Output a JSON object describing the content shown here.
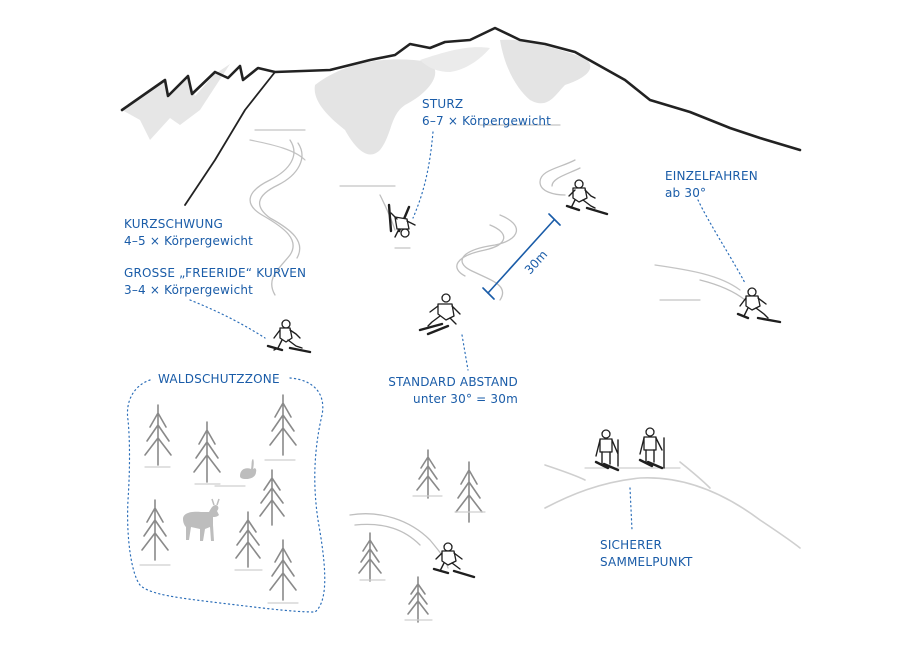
{
  "labels": {
    "sturz_title": "STURZ",
    "sturz_sub": "6–7 × Körpergewicht",
    "einzel_title": "EINZELFAHREN",
    "einzel_sub": "ab 30°",
    "kurz_title": "KURZSCHWUNG",
    "kurz_sub": "4–5 × Körpergewicht",
    "grosse_title": "GROSSE „FREERIDE“ KURVEN",
    "grosse_sub": "3–4 × Körpergewicht",
    "distance": "30m",
    "standard_title": "STANDARD ABSTAND",
    "standard_sub": "unter 30° = 30m",
    "wald_title": "WALDSCHUTZZONE",
    "sammel_line1": "SICHERER",
    "sammel_line2": "SAMMELPUNKT"
  },
  "colors": {
    "label_blue": "#1a5ca8",
    "ridge": "#222222",
    "snow_shadow": "#e6e6e6",
    "tree": "#8a8a8a"
  },
  "icons": [
    "mountain-ridge",
    "skier-icon",
    "fallen-skier-icon",
    "tree-icon",
    "deer-icon",
    "hare-icon"
  ]
}
